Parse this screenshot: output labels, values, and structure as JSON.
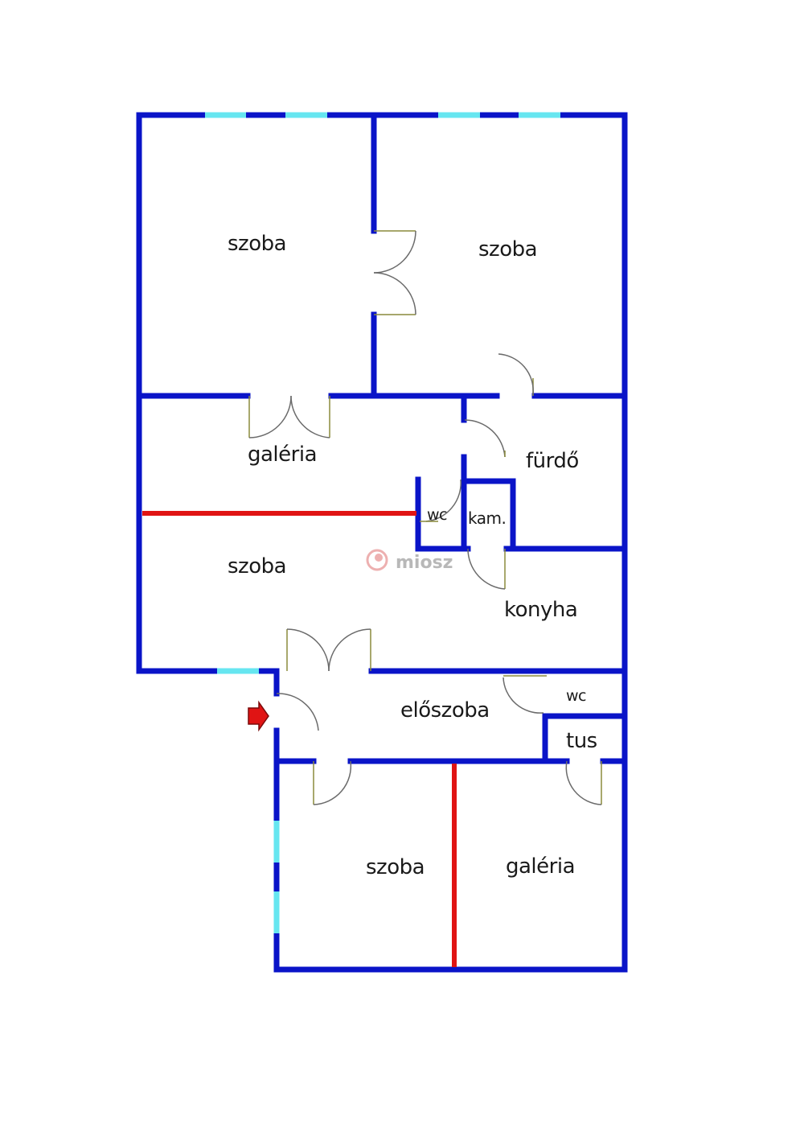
{
  "rooms": {
    "room_top_left": "szoba",
    "room_top_right": "szoba",
    "gallery_upper": "galéria",
    "bathroom": "fürdő",
    "wc_upper": "wc",
    "pantry": "kam.",
    "room_middle": "szoba",
    "kitchen": "konyha",
    "hallway": "előszoba",
    "wc_lower": "wc",
    "shower": "tus",
    "room_bottom": "szoba",
    "gallery_lower": "galéria"
  },
  "watermark": {
    "text": "miosz"
  },
  "colors": {
    "wall": "#0a14c8",
    "partition": "#e01414",
    "window": "#66e6f0",
    "entrance_arrow": "#e01414",
    "background": "#ffffff"
  },
  "icons": {
    "entrance": "entrance-arrow-icon",
    "logo": "miosz-logo-icon"
  }
}
